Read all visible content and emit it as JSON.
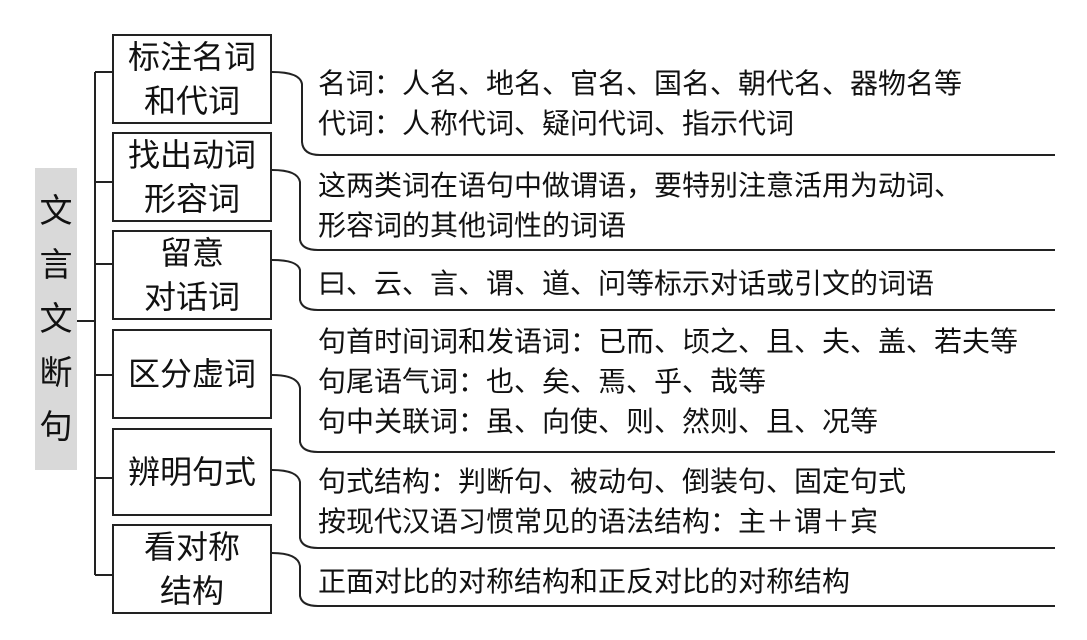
{
  "root": {
    "chars": [
      "文",
      "言",
      "文",
      "断",
      "句"
    ]
  },
  "branches": [
    {
      "title": [
        "标注名词",
        "和代词"
      ],
      "details": [
        "名词：人名、地名、官名、国名、朝代名、器物名等",
        "代词：人称代词、疑问代词、指示代词"
      ]
    },
    {
      "title": [
        "找出动词",
        "形容词"
      ],
      "details": [
        "这两类词在语句中做谓语，要特别注意活用为动词、",
        "形容词的其他词性的词语"
      ]
    },
    {
      "title": [
        "留意",
        "对话词"
      ],
      "details": [
        "曰、云、言、谓、道、问等标示对话或引文的词语"
      ]
    },
    {
      "title": [
        "区分虚词"
      ],
      "details": [
        "句首时间词和发语词：已而、顷之、且、夫、盖、若夫等",
        "句尾语气词：也、矣、焉、乎、哉等",
        "句中关联词：虽、向使、则、然则、且、况等"
      ]
    },
    {
      "title": [
        "辨明句式"
      ],
      "details": [
        "句式结构：判断句、被动句、倒装句、固定句式",
        "按现代汉语习惯常见的语法结构：主＋谓＋宾"
      ]
    },
    {
      "title": [
        "看对称",
        "结构"
      ],
      "details": [
        "正面对比的对称结构和正反对比的对称结构"
      ]
    }
  ]
}
